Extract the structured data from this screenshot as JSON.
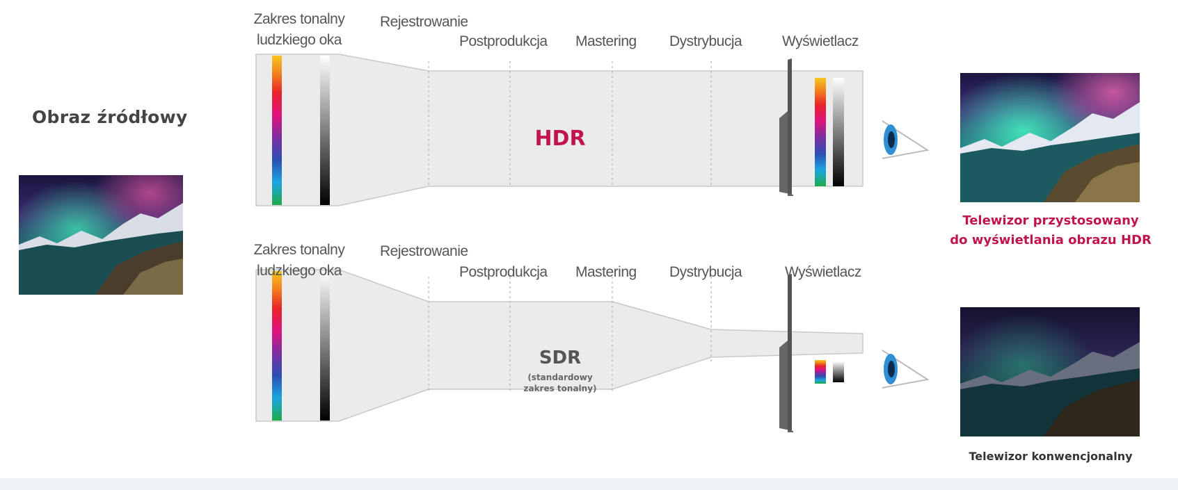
{
  "source": {
    "title": "Obraz źródłowy"
  },
  "stages": {
    "eye_range_line1": "Zakres tonalny",
    "eye_range_line2": "ludzkiego oka",
    "capture": "Rejestrowanie",
    "post": "Postprodukcja",
    "mastering": "Mastering",
    "distribution": "Dystrybucja",
    "display": "Wyświetlacz"
  },
  "hdr": {
    "label": "HDR"
  },
  "sdr": {
    "label": "SDR",
    "sub1": "(standardowy",
    "sub2": "zakres tonalny)"
  },
  "outputs": {
    "hdr_tv_line1": "Telewizor przystosowany",
    "hdr_tv_line2": "do wyświetlania obrazu HDR",
    "sdr_tv": "Telewizor konwencjonalny"
  },
  "colors": {
    "hdr_accent": "#c0144f",
    "pipe_fill": "#ebebeb",
    "pipe_stroke": "#c8c8c8"
  }
}
